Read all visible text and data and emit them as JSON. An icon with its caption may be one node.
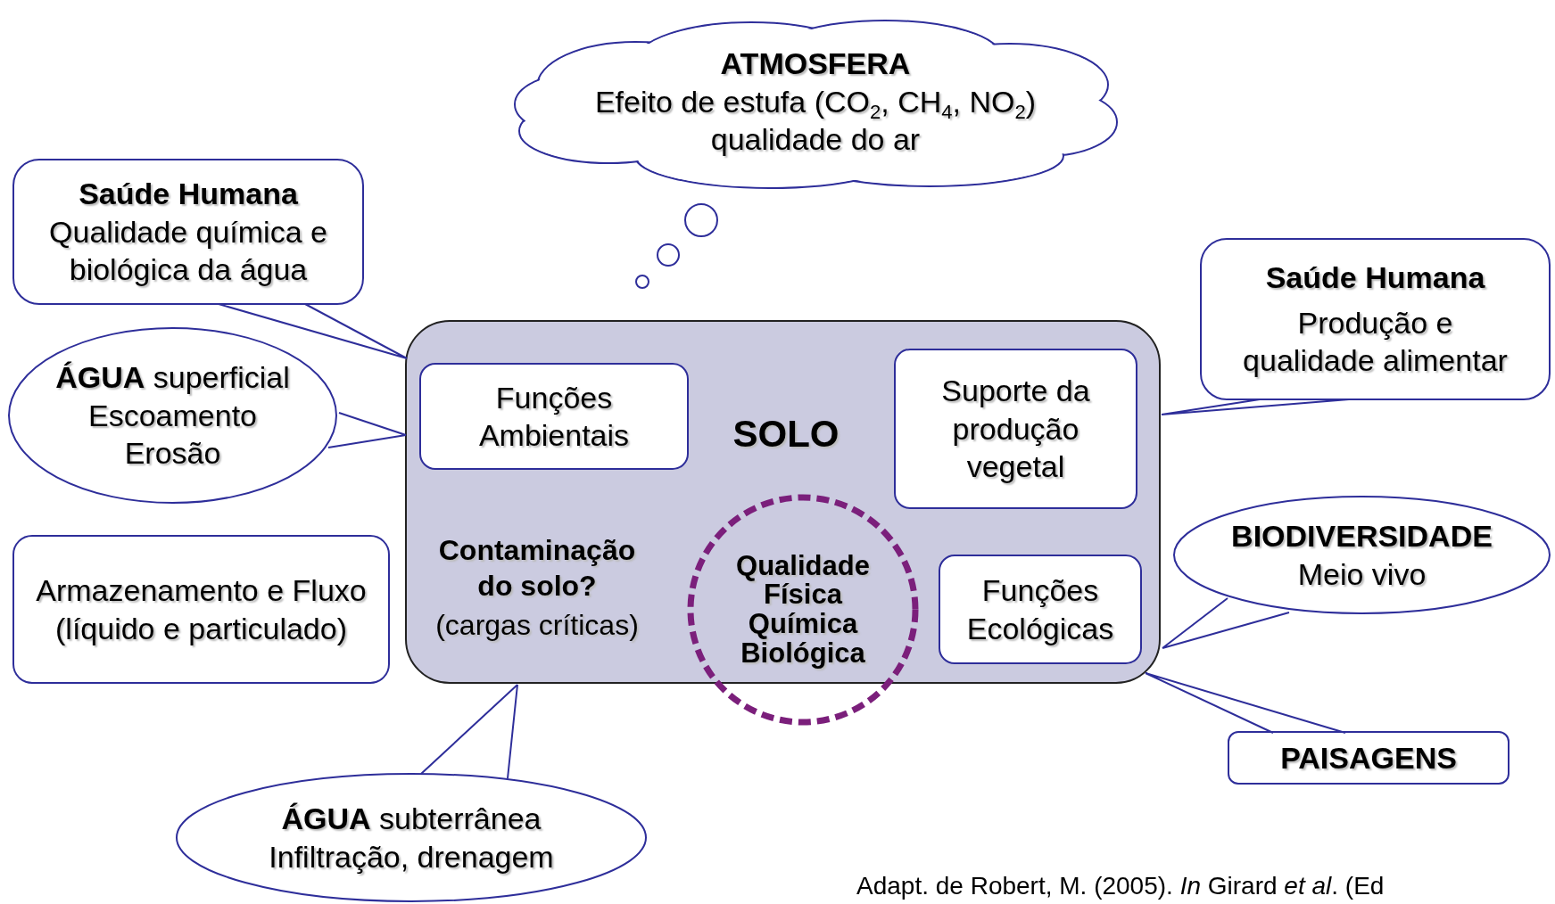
{
  "diagram": {
    "nodes": [
      {
        "text": [
          "ATMOSFERA",
          "Efeito de estufa (CO$_{2}$, CH$_{4}$, NO$_{2}$) qualidade do ar"
        ]
      },
      {
        "text": [
          "Saúde Humana",
          "Qualidade química e biológica da água"
        ]
      },
      {
        "text": [
          "Saúde Humana",
          "Produção e qualidade alimentar"
        ]
      },
      {
        "text": [
          "**ÁGUA** superficial",
          "Escoamento Erosão"
        ]
      },
      {
        "text": [
          "SOLO",
          "Contaminação do solo?",
          "(cargas críticas)"
        ]
      },
      {
        "text": [
          "Funções Ambientais"
        ],
        "in": 4
      },
      {
        "text": [
          "Suporte da produção vegetal"
        ],
        "in": 4
      },
      {
        "text": [
          "Qualidade Física Química Biológica"
        ]
      },
      {
        "text": [
          "Funções Ecológicas"
        ],
        "in": 4
      },
      {
        "text": [
          "Armazenamento e Fluxo (líquido e particulado)"
        ]
      },
      {
        "text": [
          "BIODIVERSIDADE",
          "Meio vivo"
        ]
      },
      {
        "text": [
          "PAISAGENS"
        ]
      },
      {
        "text": [
          "**ÁGUA** subterrânea",
          "Infiltração, drenagem"
        ]
      }
    ],
    "edges": [
      {
        "from": 1,
        "to": 4,
        "arrow": "none"
      },
      {
        "from": 3,
        "to": 4,
        "arrow": "none"
      },
      {
        "from": 12,
        "to": 4,
        "arrow": "none"
      },
      {
        "from": 2,
        "to": 4,
        "arrow": "none"
      },
      {
        "from": 10,
        "to": 4,
        "arrow": "none"
      },
      {
        "from": 11,
        "to": 4,
        "arrow": "none"
      }
    ],
    "labels": [
      "Adapt. de Robert, M. (2005). *In* Girard *et al*. (Ed"
    ]
  }
}
